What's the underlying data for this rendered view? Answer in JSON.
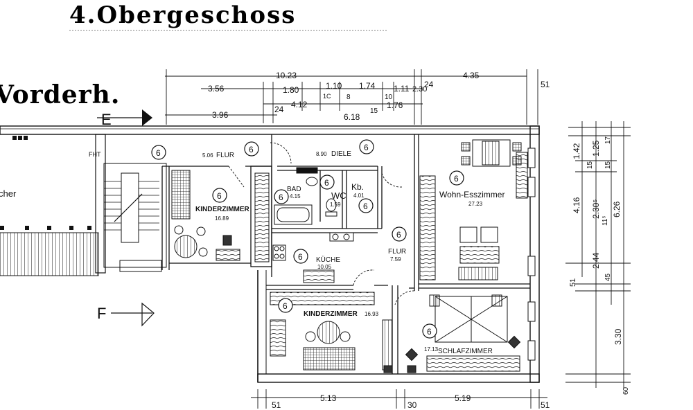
{
  "header": {
    "floor_title": "4.Obergeschoss",
    "building_part": "Vorderh."
  },
  "section_markers": {
    "top": "E",
    "bottom": "F"
  },
  "rooms": {
    "flur1": {
      "name": "FLUR",
      "area": "5.06"
    },
    "diele": {
      "name": "DIELE",
      "area": "8.90"
    },
    "kinder1": {
      "name": "KINDERZIMMER",
      "area": "16.89"
    },
    "bad": {
      "name": "BAD",
      "area": "4.15"
    },
    "wc": {
      "name": "WC",
      "area": "1.59"
    },
    "kb": {
      "name": "Kb.",
      "area": "4.01"
    },
    "wohn": {
      "name": "Wohn-Esszimmer",
      "area": "27.23"
    },
    "kueche": {
      "name": "KÜCHE",
      "area": "10.05"
    },
    "flur2": {
      "name": "FLUR",
      "area": "7.59"
    },
    "kinder2": {
      "name": "KINDERZIMMER",
      "area": "16.93"
    },
    "schlaf": {
      "name": "SCHLAFZIMMER",
      "area": "17.13"
    },
    "neighbor_partial": "cher",
    "fht": "FHT"
  },
  "unit_marker": "6",
  "dimensions": {
    "top": {
      "total": "10.23",
      "right_total": "4.35",
      "r1": [
        "3.56",
        "1.80",
        "1.10",
        "1C",
        "8",
        "1.74",
        "10",
        "1.11",
        "2.30",
        "24"
      ],
      "r2": [
        "4.12",
        "6.18",
        "15",
        "1.76"
      ],
      "r3": [
        "3.96",
        "24"
      ],
      "edge_51": "51"
    },
    "right": {
      "outer": [
        "1.42",
        "1.25",
        "17",
        "15",
        "15"
      ],
      "mid": [
        "4.16",
        "2.30⁵",
        "11⁵",
        "6.26"
      ],
      "lower": [
        "2.44",
        "45",
        "51",
        "3.30",
        "60"
      ]
    },
    "bottom": {
      "left_51": "51",
      "d1": "5.13",
      "mid_30": "30",
      "d2": "5.19",
      "right_51": "51"
    }
  }
}
